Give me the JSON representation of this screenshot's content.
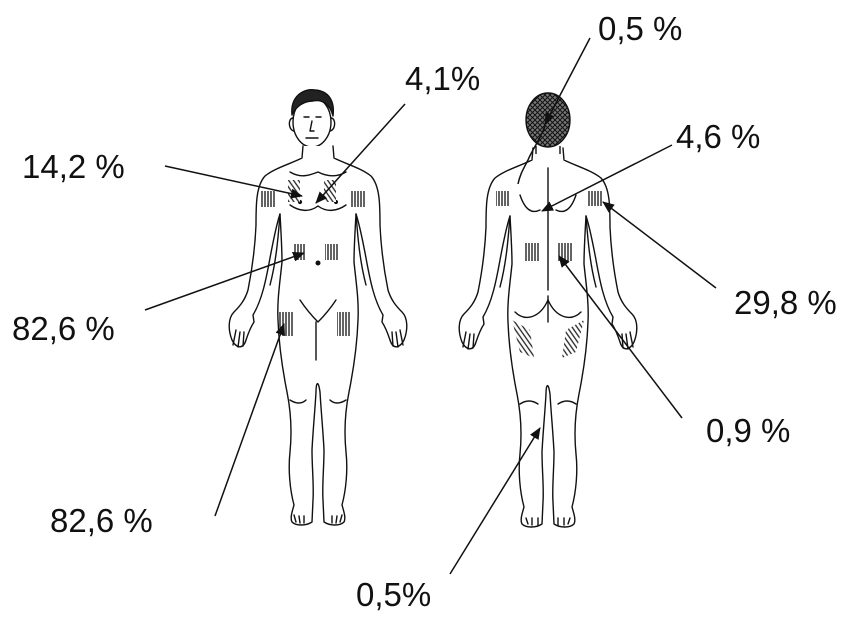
{
  "labels": {
    "front_chest_center": "4,1%",
    "front_upper_arm": "14,2 %",
    "front_abdomen": "82,6 %",
    "front_thigh": "82,6 %",
    "back_head": "0,5 %",
    "back_upper_back": "4,6 %",
    "back_upper_arm": "29,8 %",
    "back_lower_back": "0,9 %",
    "back_calf": "0,5%"
  },
  "colors": {
    "ink": "#111111",
    "background": "#ffffff",
    "hatch": "#333333"
  }
}
